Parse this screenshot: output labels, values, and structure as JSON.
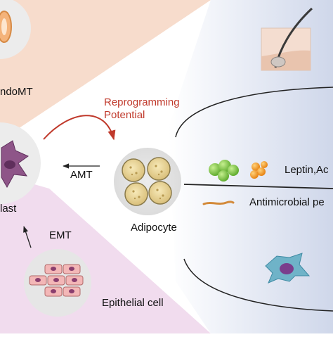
{
  "labels": {
    "endomt": "ndoMT",
    "reprogramming_line1": "Reprogramming",
    "reprogramming_line2": "Potential",
    "fibroblast": "last",
    "amt": "AMT",
    "emt": "EMT",
    "adipocyte": "Adipocyte",
    "epithelial": "Epithelial cell",
    "leptin": "Leptin,Ac",
    "antimicrobial": "Antimicrobial pe"
  },
  "colors": {
    "bg_peach": "#f7dccc",
    "bg_pink": "#f1dcee",
    "bg_blue": "#d9e0ee",
    "reprogramming_text": "#c0392b",
    "red_arrow": "#c0392b",
    "green_dots": "#7cc442",
    "orange_dots": "#f39c12"
  },
  "icons": {
    "hair_follicle": "hair-follicle-icon",
    "endothelial_vessel": "vessel-icon",
    "fibroblast_cell": "fibroblast-icon",
    "adipocyte_cluster": "adipocyte-icon",
    "epithelial_cells": "epithelial-icon",
    "immune_cell": "immune-cell-icon"
  }
}
